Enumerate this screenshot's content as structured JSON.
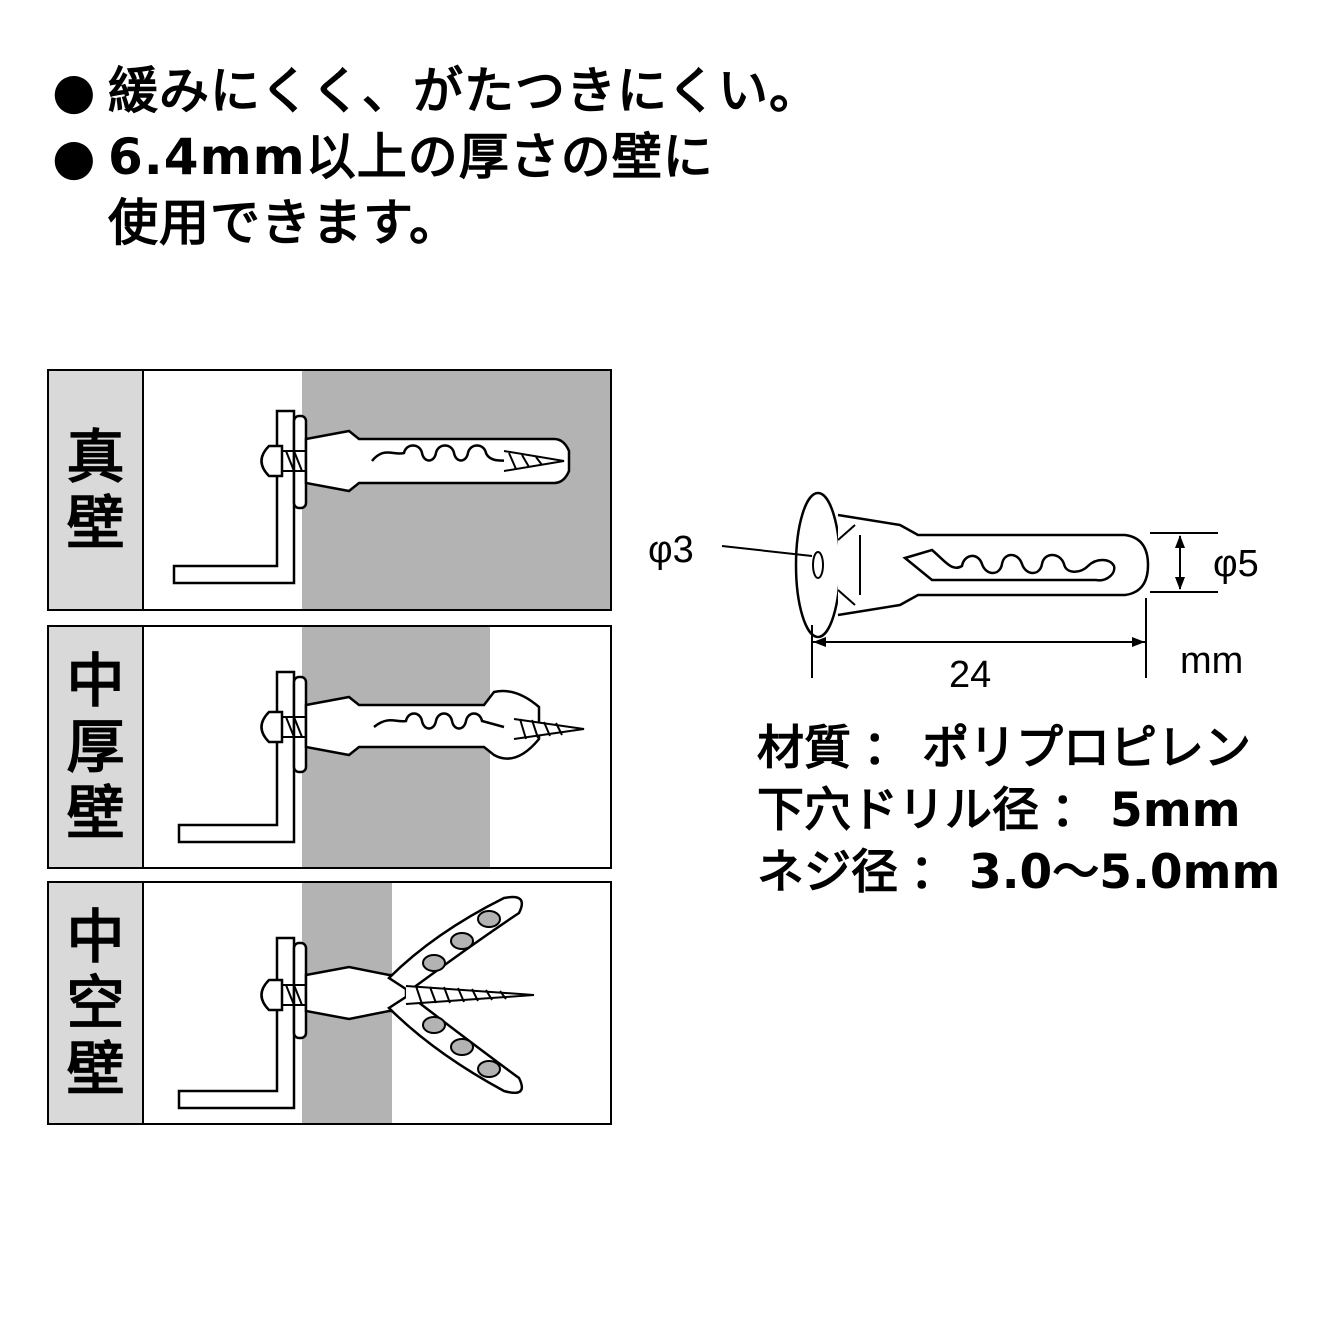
{
  "features": {
    "bullet": "●",
    "line1": "緩みにくく、がたつきにくい。",
    "line2": "6.4mm以上の厚さの壁に",
    "line3": "使用できます。"
  },
  "walls": [
    {
      "label_1": "真",
      "label_2": "壁",
      "label_3": ""
    },
    {
      "label_1": "中",
      "label_2": "厚",
      "label_3": "壁"
    },
    {
      "label_1": "中",
      "label_2": "空",
      "label_3": "壁"
    }
  ],
  "dimensions": {
    "head_diameter": "φ3",
    "body_diameter": "φ5",
    "length": "24",
    "unit": "mm"
  },
  "specs": {
    "material_label": "材質",
    "material_value": "ポリプロピレン",
    "drill_label": "下穴ドリル径",
    "drill_value": "5mm",
    "screw_label": "ネジ径",
    "screw_value": "3.0〜5.0mm",
    "colon": "："
  },
  "colors": {
    "wall_fill": "#b3b3b3",
    "label_bg": "#d9d9d9",
    "line": "#000000"
  }
}
